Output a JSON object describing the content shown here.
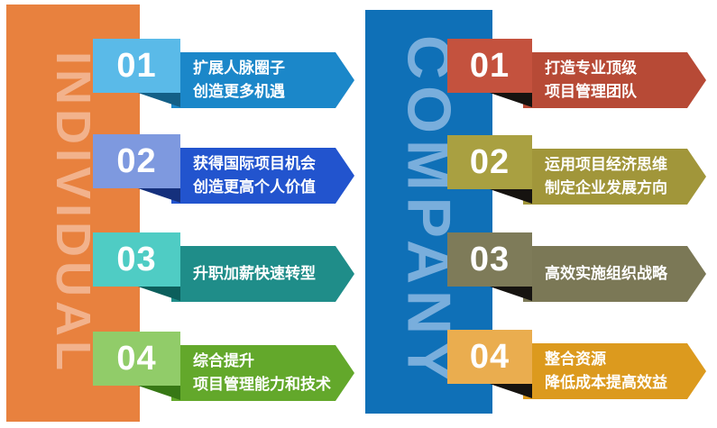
{
  "columns": [
    {
      "id": "individual",
      "banner_label": "INDIVIDUAL",
      "banner_color": "#E8813E",
      "banner_text_color": "#F2B28C",
      "items": [
        {
          "number": "01",
          "lines": [
            "扩展人脉圈子",
            "创造更多机遇"
          ],
          "box_color": "#5ABAE8",
          "arrow_color": "#1B87C9",
          "fold_color": "#135F87"
        },
        {
          "number": "02",
          "lines": [
            "获得国际项目机会",
            "创造更高个人价值"
          ],
          "box_color": "#7E99DF",
          "arrow_color": "#2254CE",
          "fold_color": "#15307C"
        },
        {
          "number": "03",
          "lines": [
            "升职加薪快速转型"
          ],
          "box_color": "#4FCCC4",
          "arrow_color": "#1F8D89",
          "fold_color": "#0C5F5C"
        },
        {
          "number": "04",
          "lines": [
            "综合提升",
            "项目管理能力和技术"
          ],
          "box_color": "#91CC69",
          "arrow_color": "#63A82B",
          "fold_color": "#377815"
        }
      ]
    },
    {
      "id": "company",
      "banner_label": "COMPANY",
      "banner_color": "#0F70B7",
      "banner_text_color": "#79AEDC",
      "items": [
        {
          "number": "01",
          "lines": [
            "打造专业顶级",
            "项目管理团队"
          ],
          "box_color": "#C4523E",
          "arrow_color": "#B74A36",
          "fold_color": "#161310"
        },
        {
          "number": "02",
          "lines": [
            "运用项目经济思维",
            "制定企业发展方向"
          ],
          "box_color": "#A9A041",
          "arrow_color": "#A1963A",
          "fold_color": "#161310"
        },
        {
          "number": "03",
          "lines": [
            "高效实施组织战略"
          ],
          "box_color": "#7E7B59",
          "arrow_color": "#7B7856",
          "fold_color": "#161310"
        },
        {
          "number": "04",
          "lines": [
            "整合资源",
            "降低成本提高效益"
          ],
          "box_color": "#EAAD4F",
          "arrow_color": "#DC9A1E",
          "fold_color": "#161310"
        }
      ]
    }
  ]
}
